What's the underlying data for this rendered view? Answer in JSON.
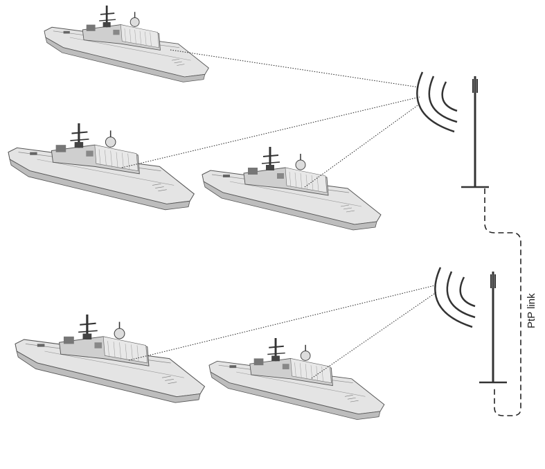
{
  "link_label": "PtP link",
  "colors": {
    "antenna": "#333333",
    "link_line": "#222222",
    "ship_hull": "#d9d9d9",
    "ship_outline": "#555555"
  },
  "nodes": {
    "ships": [
      "ship-1",
      "ship-2",
      "ship-3",
      "ship-4",
      "ship-5"
    ],
    "antennas": [
      "antenna-top",
      "antenna-bottom"
    ]
  }
}
